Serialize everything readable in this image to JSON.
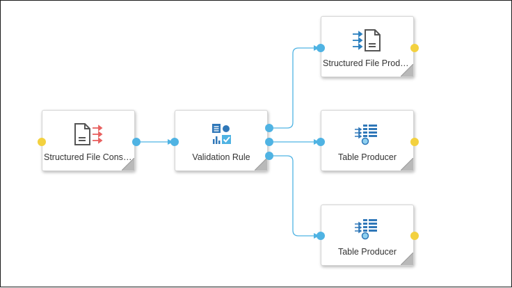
{
  "colors": {
    "wire": "#4fb3e3",
    "port": "#4fb3e3",
    "error_port": "#f3d13f",
    "consumer_arrows": "#e8605f",
    "producer_arrows": "#2a7fbf",
    "doc_icon": "#555555",
    "table_icon": "#2f77b8"
  },
  "nodes": [
    {
      "id": "consumer",
      "label": "Structured File Consu...",
      "icon": "file-consumer-icon"
    },
    {
      "id": "validation",
      "label": "Validation Rule",
      "icon": "validation-rule-icon"
    },
    {
      "id": "file_producer",
      "label": "Structured File Produ...",
      "icon": "file-producer-icon"
    },
    {
      "id": "table_producer_1",
      "label": "Table Producer",
      "icon": "table-producer-icon"
    },
    {
      "id": "table_producer_2",
      "label": "Table Producer",
      "icon": "table-producer-icon"
    }
  ],
  "links": [
    {
      "from": "consumer",
      "to": "validation"
    },
    {
      "from": "validation",
      "to": "file_producer"
    },
    {
      "from": "validation",
      "to": "table_producer_1"
    },
    {
      "from": "validation",
      "to": "table_producer_2"
    }
  ]
}
